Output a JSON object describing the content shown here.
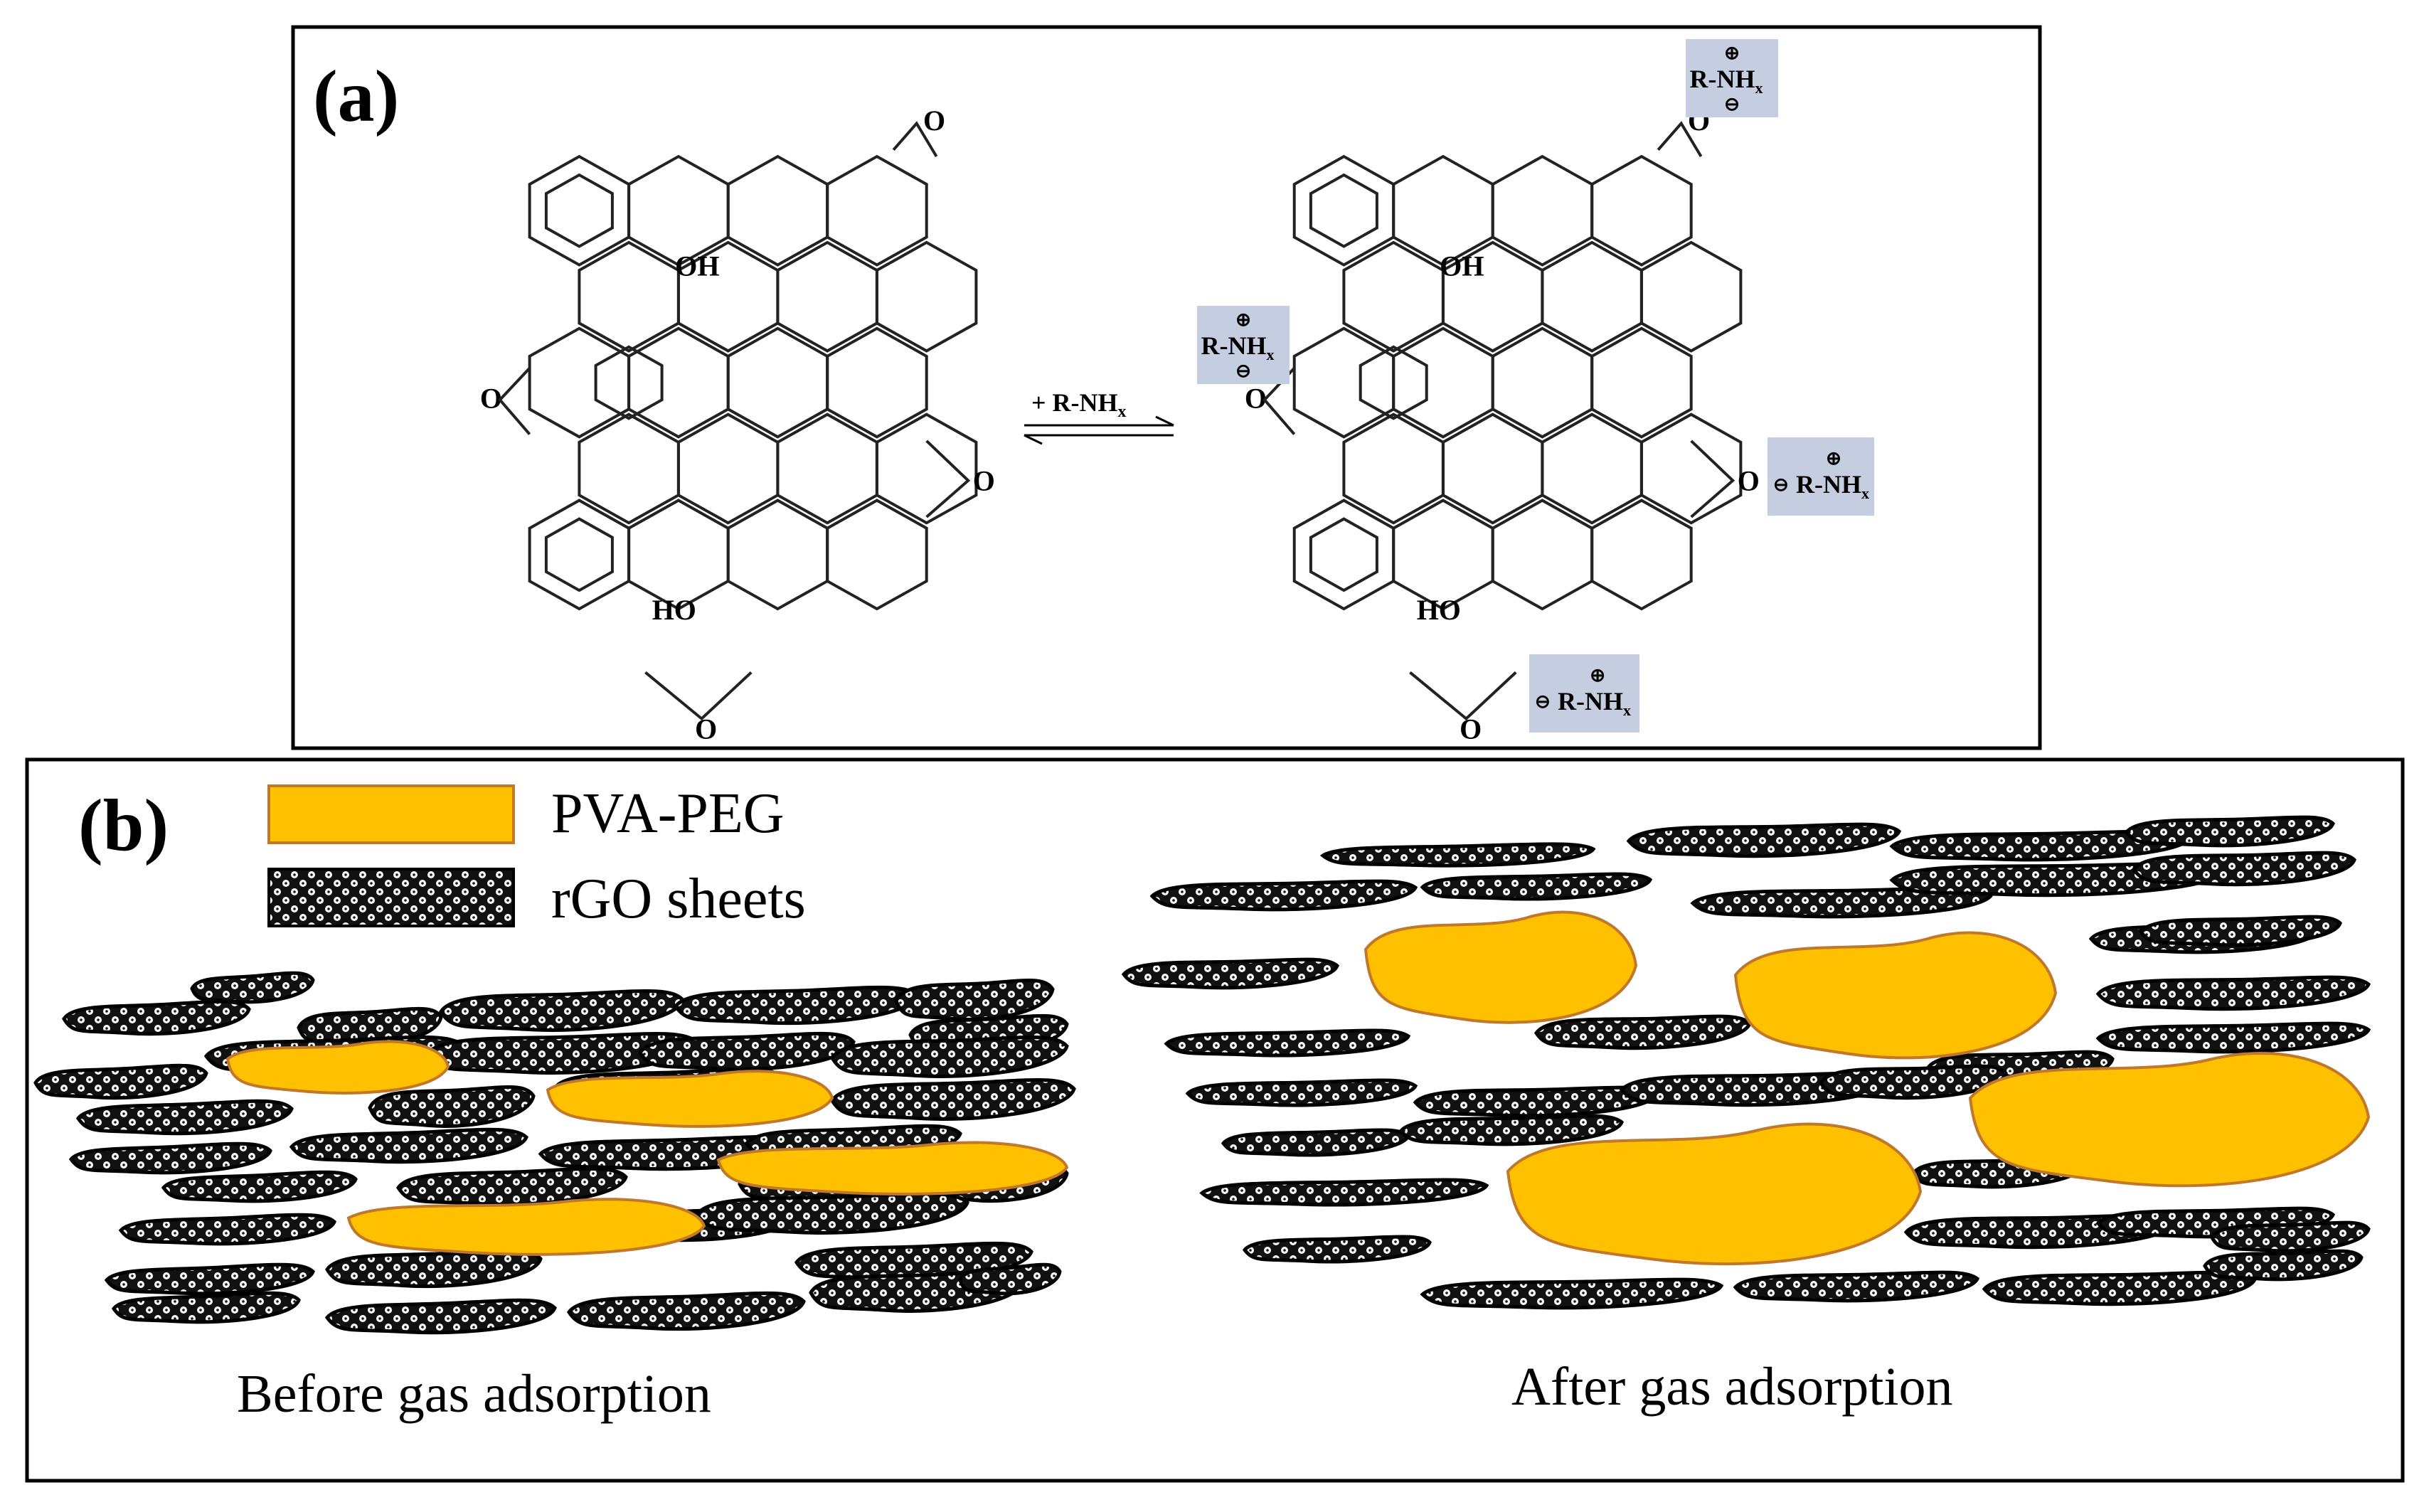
{
  "panel_a": {
    "label": "(a)",
    "arrow_label": "+ R-NH",
    "arrow_label_sub": "x",
    "oh_label": "OH",
    "ho_label": "HO",
    "o_label": "O",
    "amine_label": "R-NH",
    "amine_sub": "x",
    "plus_sign": "⊕",
    "minus_sign": "⊖",
    "highlight_color": "#c5cde0"
  },
  "panel_b": {
    "label": "(b)",
    "legend": {
      "pva_peg": "PVA-PEG",
      "rgo": "rGO sheets"
    },
    "caption_before": "Before gas adsorption",
    "caption_after": "After gas adsorption",
    "pva_color": "#ffc000",
    "pva_stroke": "#c0782a"
  }
}
